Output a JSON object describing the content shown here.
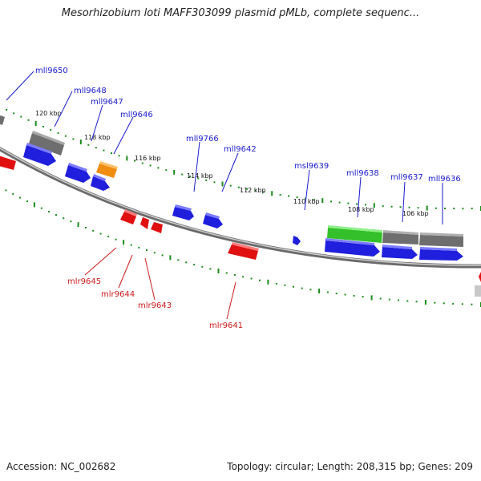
{
  "title": "Mesorhizobium loti MAFF303099 plasmid pMLb, complete sequenc...",
  "footer": {
    "accession": "Accession: NC_002682",
    "summary": "Topology: circular; Length: 208,315 bp; Genes: 209"
  },
  "colors": {
    "backbone": "#8c8c8c",
    "tick": "#1a8c1a",
    "forward_label": "#1a1acc",
    "reverse_label": "#cc1a1a",
    "blue_gene": "#1f1fdd",
    "red_gene": "#e01010",
    "grey_gene": "#6e6e6e",
    "green_gene": "#33c02a",
    "orange_gene": "#f08c10"
  },
  "kbp_labels": [
    "120 kbp",
    "118 kbp",
    "116 kbp",
    "114 kbp",
    "112 kbp",
    "110 kbp",
    "108 kbp",
    "106 kbp"
  ],
  "forward_genes": [
    "mll9650",
    "mll9648",
    "mll9647",
    "mll9646",
    "mll9766",
    "mll9642",
    "msl9639",
    "mll9638",
    "mll9637",
    "mll9636"
  ],
  "reverse_genes": [
    "mlr9645",
    "mlr9644",
    "mlr9643",
    "mlr9641"
  ]
}
